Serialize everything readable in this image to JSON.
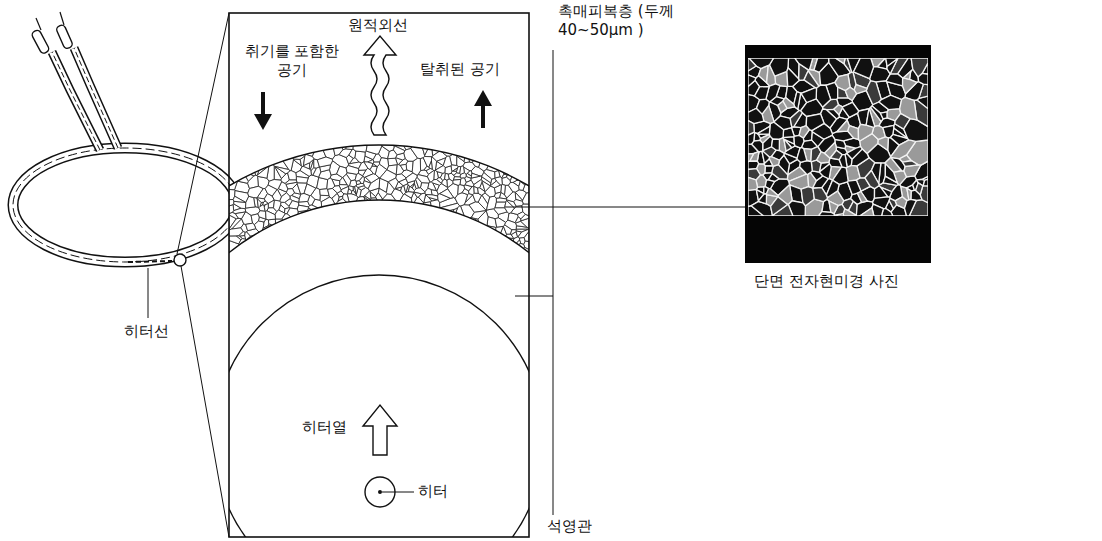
{
  "diagram": {
    "labels": [
      "원적외선",
      "취기를 포함한 공기",
      "탈취된 공기",
      "촉매피복층 (두께40~50μm )",
      "히터선",
      "단면 전자현미경 사진",
      "히터열",
      "히터",
      "석영관"
    ]
  }
}
